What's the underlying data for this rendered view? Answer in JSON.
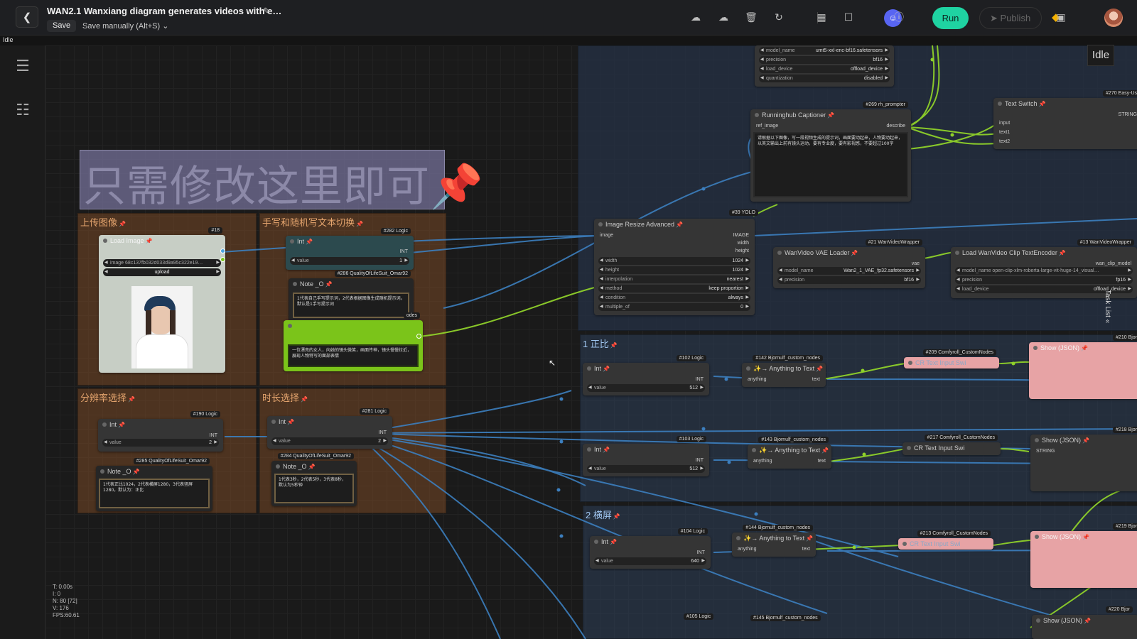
{
  "app": {
    "title": "WAN2.1 Wanxiang diagram generates videos with e…",
    "save_label": "Save",
    "save_mode": "Save manually (Alt+S)",
    "status": "Idle",
    "idle_chip": "Idle",
    "run_label": "Run",
    "publish_label": "Publish",
    "task_list_label": "Task List"
  },
  "toolbar_icons": [
    "cloud-upload-icon",
    "cloud-download-icon",
    "trash-icon",
    "refresh-icon",
    "grid-icon",
    "edit-square-icon",
    "discord-icon",
    "info-icon",
    "diamond-icon",
    "node-library-icon"
  ],
  "sidebar_icons": [
    "queue-list-icon",
    "workflow-tree-icon"
  ],
  "stats": {
    "t": "T: 0.00s",
    "i": "I: 0",
    "n": "N: 80 [72]",
    "v": "V: 176",
    "fps": "FPS:60.61"
  },
  "banner": {
    "text": "只需修改这里即可"
  },
  "groups": {
    "upload": "上传图像",
    "prompt_switch": "手写和随机写文本切换",
    "resolution": "分辨率选择",
    "duration": "时长选择",
    "ratio1": "1 正比",
    "ratio2": "2 横屏"
  },
  "nodes": {
    "load_image": {
      "badge": "#18",
      "title": "Load Image",
      "image_label": "image",
      "image_value": "68c137fb032d033d9a95c322e19…",
      "upload_label": "upload"
    },
    "int282": {
      "badge": "#282 Logic",
      "title": "Int",
      "out": "INT",
      "w_label": "value",
      "w_value": "1"
    },
    "note286": {
      "badge": "#286 QualityOfLifeSuit_Omar92",
      "title": "Note _O",
      "text": "1代表自己手写提示词，2代表根据图像生成随机提示词。默认是1手写提示词"
    },
    "green_text": {
      "badge": "odes",
      "text": "一位漂亮的女人，向她的镜头微笑，画面传神，镜头慢慢拉近，展现人物特写的面部表情"
    },
    "int190": {
      "badge": "#190 Logic",
      "title": "Int",
      "out": "INT",
      "w_label": "value",
      "w_value": "2"
    },
    "note285": {
      "badge": "#285 QualityOfLifeSuit_Omar92",
      "title": "Note _O",
      "text": "1代表正比1024，2代表横屏1280，3代表竖屏1280，默认为：正比"
    },
    "int281": {
      "badge": "#281 Logic",
      "title": "Int",
      "out": "INT",
      "w_label": "value",
      "w_value": "2"
    },
    "note284": {
      "badge": "#284 QualityOfLifeSuit_Omar92",
      "title": "Note _O",
      "text": "1代表3秒，2代表5秒，3代表8秒，默认为5秒钟"
    },
    "clip_loader": {
      "rows": [
        [
          "model_name",
          "umt5-xxl-enc-bf16.safetensors"
        ],
        [
          "precision",
          "bf16"
        ],
        [
          "load_device",
          "offload_device"
        ],
        [
          "quantization",
          "disabled"
        ]
      ]
    },
    "captioner": {
      "badge": "#269 rh_prompter",
      "title": "Runninghub Captioner",
      "in": "ref_image",
      "out": "describe",
      "text": "请根据以下图像，写一段视频生成的提示词，画面要动起来，人物要动起来，以英文输出上前有镜头运动，要有专业度，要有影视感，不要超过100字"
    },
    "text_switch": {
      "badge": "#270 Easy-Us",
      "title": "Text Switch",
      "out": "STRING",
      "inputs": [
        "input",
        "text1",
        "text2"
      ]
    },
    "yolo_badge": "#39 YOLO",
    "resize": {
      "title": "Image Resize Advanced",
      "in": "image",
      "outs": [
        "IMAGE",
        "width",
        "height"
      ],
      "rows": [
        [
          "width",
          "1024"
        ],
        [
          "height",
          "1024"
        ],
        [
          "interpolation",
          "nearest"
        ],
        [
          "method",
          "keep proportion"
        ],
        [
          "condition",
          "always"
        ],
        [
          "multiple_of",
          "0"
        ]
      ]
    },
    "vae": {
      "badge": "#21 WanVideoWrapper",
      "title": "WanVideo VAE Loader",
      "out": "vae",
      "rows": [
        [
          "model_name",
          "Wan2_1_VAE_fp32.safetensors"
        ],
        [
          "precision",
          "bf16"
        ]
      ]
    },
    "clip_enc": {
      "badge": "#13 WanVideoWrapper",
      "title": "Load WanVideo Clip TextEncoder",
      "out": "wan_clip_model",
      "rows": [
        [
          "model_name",
          "open-clip-xlm-roberta-large-vit-huge-14_visual…"
        ],
        [
          "precision",
          "fp16"
        ],
        [
          "load_device",
          "offload_device"
        ]
      ]
    },
    "int102": {
      "badge": "#102 Logic",
      "title": "Int",
      "out": "INT",
      "w_label": "value",
      "w_value": "512"
    },
    "att142": {
      "badge": "#142 Bjornulf_custom_nodes",
      "title": "Anything to Text",
      "in": "anything",
      "out": "text"
    },
    "cr209": {
      "badge": "#209 Comfyroll_CustomNodes",
      "title": "CR Text Input Swi"
    },
    "show210": {
      "badge": "#210 Bjor",
      "title": "Show (JSON)"
    },
    "int103": {
      "badge": "#103 Logic",
      "title": "Int",
      "out": "INT",
      "w_label": "value",
      "w_value": "512"
    },
    "att143": {
      "badge": "#143 Bjornulf_custom_nodes",
      "title": "Anything to Text",
      "in": "anything",
      "out": "text"
    },
    "cr217": {
      "badge": "#217 Comfyroll_CustomNodes",
      "title": "CR Text Input Swi"
    },
    "show218": {
      "badge": "#218 Bjor",
      "title": "Show (JSON)",
      "out": "STRING"
    },
    "int104": {
      "badge": "#104 Logic",
      "title": "Int",
      "out": "INT",
      "w_label": "value",
      "w_value": "640"
    },
    "att144": {
      "badge": "#144 Bjornulf_custom_nodes",
      "title": "Anything to Text",
      "in": "anything",
      "out": "text"
    },
    "cr213": {
      "badge": "#213 Comfyroll_CustomNodes",
      "title": "CR Text Input Swi"
    },
    "show219": {
      "badge": "#219 Bjor",
      "title": "Show (JSON)"
    },
    "badge105": "#105 Logic",
    "badge145": "#145 Bjornulf_custom_nodes",
    "badge220": "#220 Bjor",
    "show220": "Show (JSON)"
  },
  "colors": {
    "run": "#1fd3a2",
    "discord": "#5865f2",
    "wire_blue": "#3c7fbf",
    "wire_green": "#8fd12a",
    "group_orange": "#784826",
    "group_blue": "#304866"
  }
}
